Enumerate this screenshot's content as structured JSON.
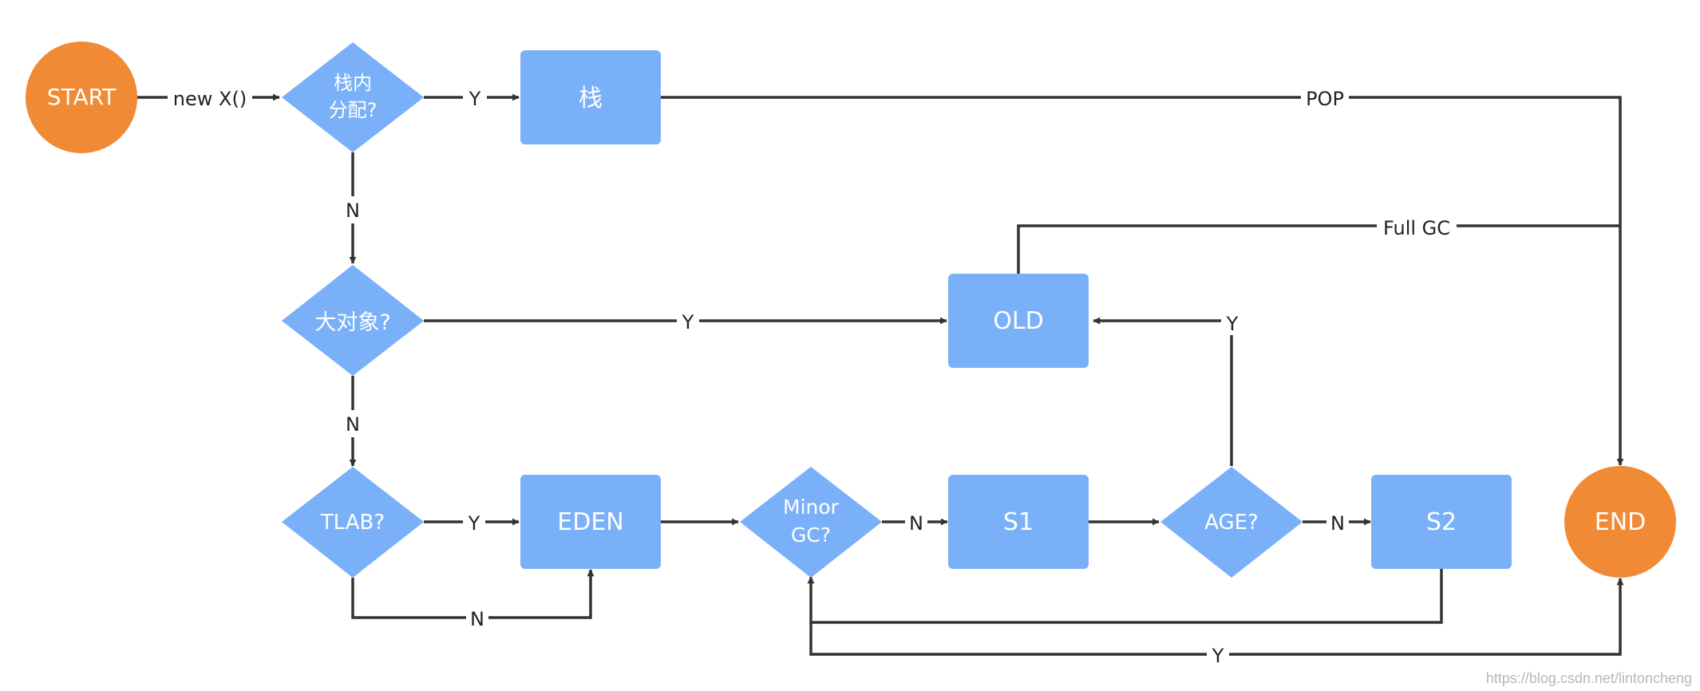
{
  "colors": {
    "terminal": "#F08A35",
    "process": "#7AB0F8",
    "line": "#333333",
    "label": "#222222"
  },
  "nodes": {
    "start": "START",
    "stack_decision": [
      "栈内",
      "分配?"
    ],
    "stack": "栈",
    "large_object": "大对象?",
    "old": "OLD",
    "tlab": "TLAB?",
    "eden": "EDEN",
    "minor_gc": [
      "Minor",
      "GC?"
    ],
    "s1": "S1",
    "age": "AGE?",
    "s2": "S2",
    "end": "END"
  },
  "edges": {
    "new_object": "new X()",
    "stack_yes": "Y",
    "pop": "POP",
    "stack_no": "N",
    "full_gc": "Full GC",
    "large_yes": "Y",
    "age_yes": "Y",
    "large_no": "N",
    "tlab_yes": "Y",
    "tlab_no": "N",
    "minor_no": "N",
    "age_no": "N",
    "minor_yes": "Y"
  },
  "watermark": "https://blog.csdn.net/lintoncheng"
}
